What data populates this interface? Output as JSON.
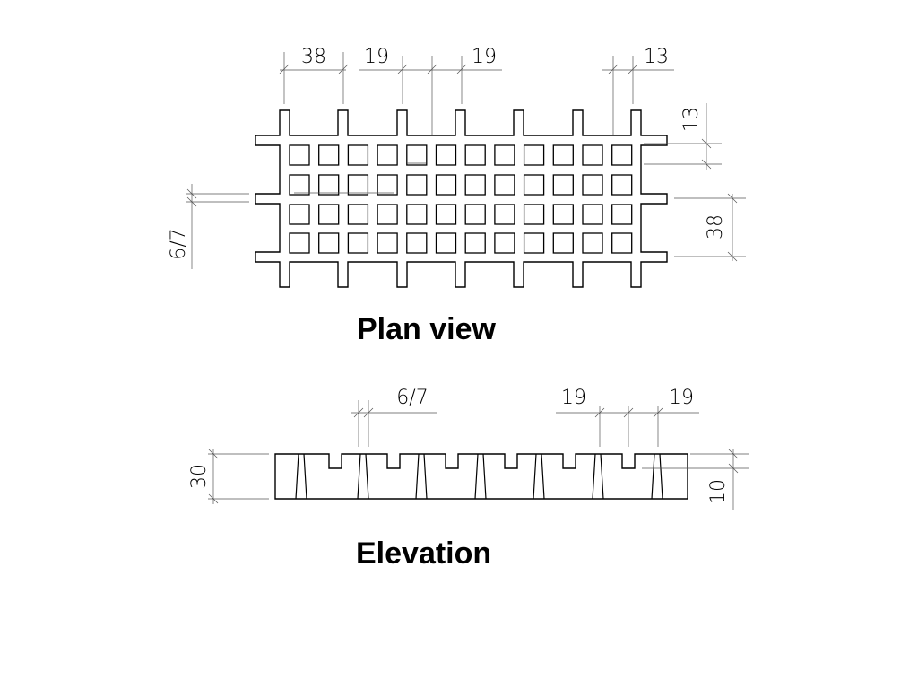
{
  "plan": {
    "title": "Plan view",
    "dims": {
      "top_a": "38",
      "top_b": "19",
      "top_c": "19",
      "top_d": "13",
      "right_a": "13",
      "right_b": "38",
      "left_a": "6/7"
    }
  },
  "elevation": {
    "title": "Elevation",
    "dims": {
      "top_a": "6/7",
      "top_b": "19",
      "top_c": "19",
      "left_a": "30",
      "right_a": "10"
    }
  }
}
